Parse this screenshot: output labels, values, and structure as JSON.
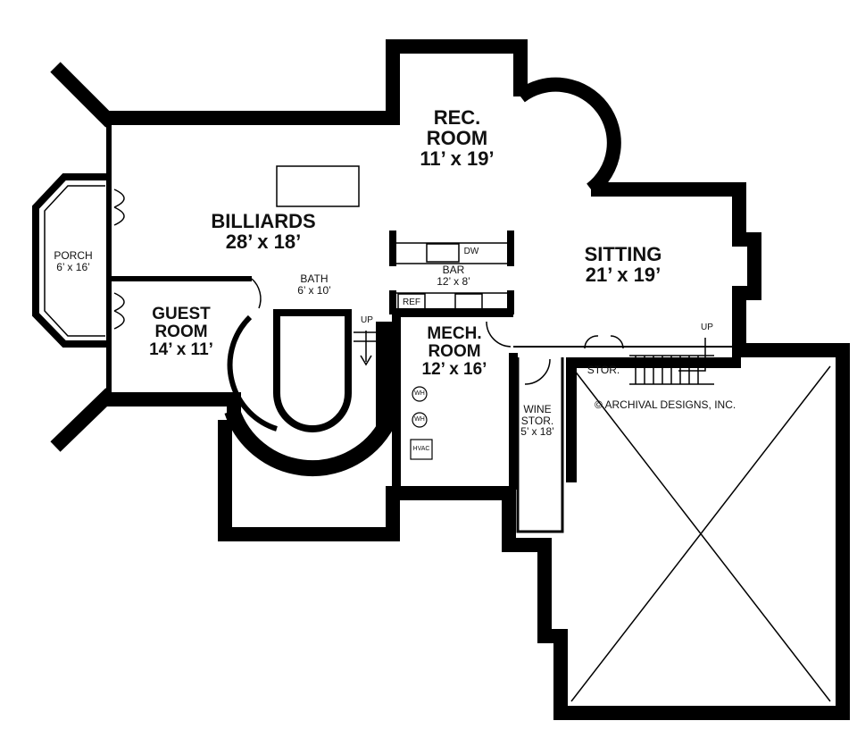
{
  "rooms": {
    "rec_room": {
      "name_line1": "REC.",
      "name_line2": "ROOM",
      "size": "11’ x 19’"
    },
    "billiards": {
      "name": "BILLIARDS",
      "size": "28’ x 18’"
    },
    "sitting": {
      "name": "SITTING",
      "size": "21’ x 19’"
    },
    "bar": {
      "name": "BAR",
      "size": "12’ x 8’"
    },
    "porch": {
      "name": "PORCH",
      "size": "6’ x 16’"
    },
    "guest_room": {
      "name_line1": "GUEST",
      "name_line2": "ROOM",
      "size": "14’ x 11’"
    },
    "bath": {
      "name": "BATH",
      "size": "6’ x 10’"
    },
    "mech_room": {
      "name_line1": "MECH.",
      "name_line2": "ROOM",
      "size": "12’ x 16’"
    },
    "wine_storage": {
      "name_line1": "WINE",
      "name_line2": "STOR.",
      "size": "5’ x 18’"
    },
    "storage": {
      "name": "STOR."
    }
  },
  "fixtures": {
    "dw": "DW",
    "ref": "REF",
    "wh1": "WH",
    "wh2": "WH",
    "hvac": "HVAC"
  },
  "stairs": {
    "up_left": "UP",
    "up_right": "UP"
  },
  "copyright": "© ARCHIVAL DESIGNS, INC.",
  "colors": {
    "wall": "#000000",
    "background": "#ffffff"
  }
}
